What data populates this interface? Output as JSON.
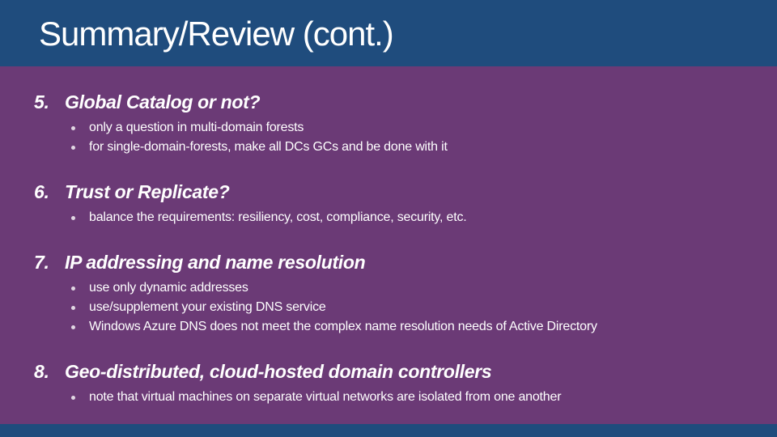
{
  "slide": {
    "title": "Summary/Review (cont.)",
    "colors": {
      "bar_blue": "#1F4C7D",
      "body_purple": "#6B3A76",
      "text_white": "#FFFFFF"
    },
    "sections": [
      {
        "number": "5.",
        "heading": "Global Catalog or not?",
        "bullets": [
          "only a question in multi-domain forests",
          "for single-domain-forests, make all DCs GCs and be done with it"
        ]
      },
      {
        "number": "6.",
        "heading": "Trust or Replicate?",
        "bullets": [
          "balance the requirements: resiliency, cost, compliance, security, etc."
        ]
      },
      {
        "number": "7.",
        "heading": "IP addressing and name resolution",
        "bullets": [
          "use only dynamic addresses",
          "use/supplement your existing DNS service",
          "Windows Azure DNS does not meet the complex name resolution needs of Active Directory"
        ]
      },
      {
        "number": "8.",
        "heading": "Geo-distributed, cloud-hosted domain controllers",
        "bullets": [
          "note that virtual machines on separate virtual networks are isolated from one another"
        ]
      }
    ]
  }
}
